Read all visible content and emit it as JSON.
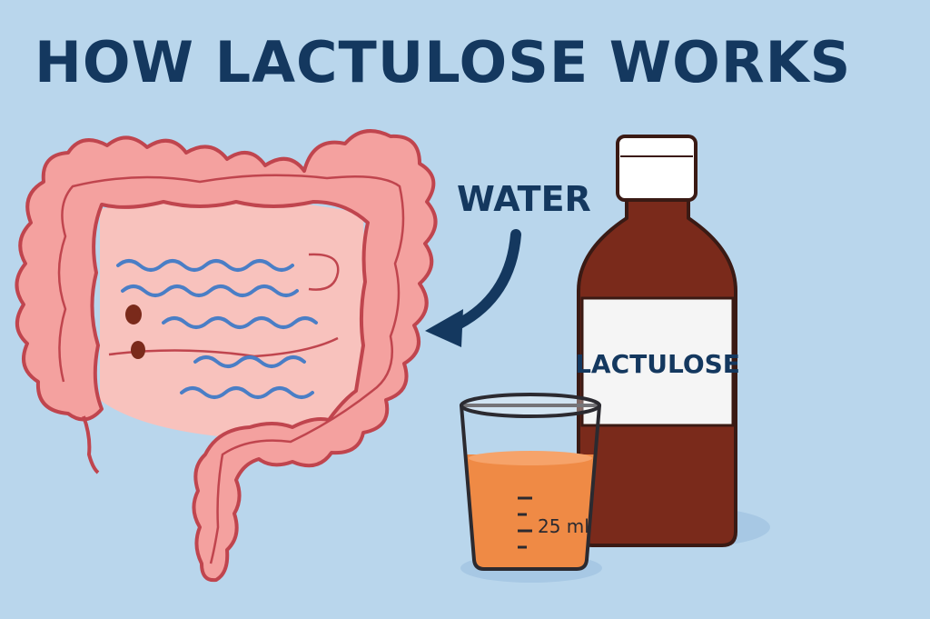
{
  "title": "HOW LACTULOSE WORKS",
  "arrow_label": "WATER",
  "bottle_label": "LACTULOSE",
  "cup_measure": "25 ml",
  "colors": {
    "background": "#b9d6ec",
    "text": "#14385f",
    "intestine_fill": "#f4a19f",
    "intestine_outline": "#c0454e",
    "water_waves": "#4a7ec6",
    "bottle": "#7a2a1b",
    "cap": "#ffffff",
    "liquid": "#ef8a45"
  },
  "icons": [
    "intestine-icon",
    "arrow-icon",
    "bottle-icon",
    "cup-icon"
  ]
}
